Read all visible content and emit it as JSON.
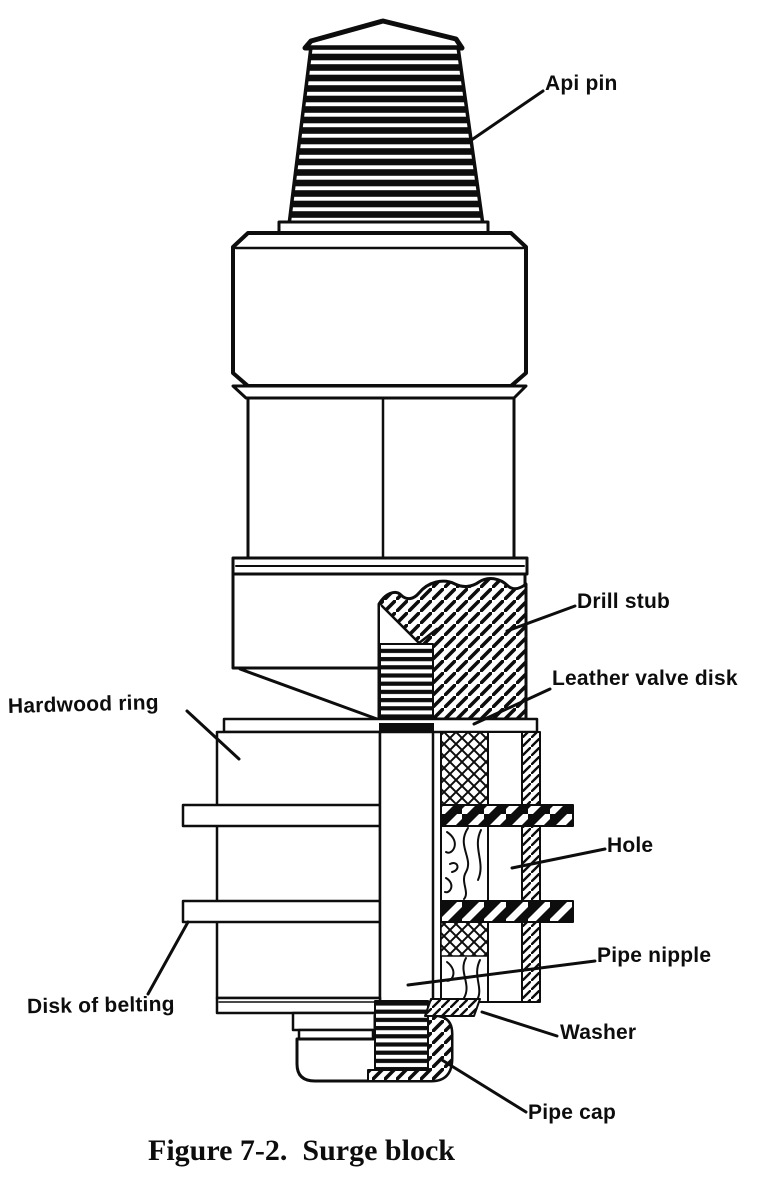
{
  "figure": {
    "caption": "Figure 7-2.  Surge block",
    "ink_color": "#0d0d0d",
    "background": "#ffffff",
    "callouts": {
      "api_pin": "Api pin",
      "drill_stub": "Drill stub",
      "leather_valve_disk": "Leather valve disk",
      "hardwood_ring": "Hardwood ring",
      "hole": "Hole",
      "pipe_nipple": "Pipe nipple",
      "disk_of_belting": "Disk of belting",
      "washer": "Washer",
      "pipe_cap": "Pipe cap"
    }
  }
}
